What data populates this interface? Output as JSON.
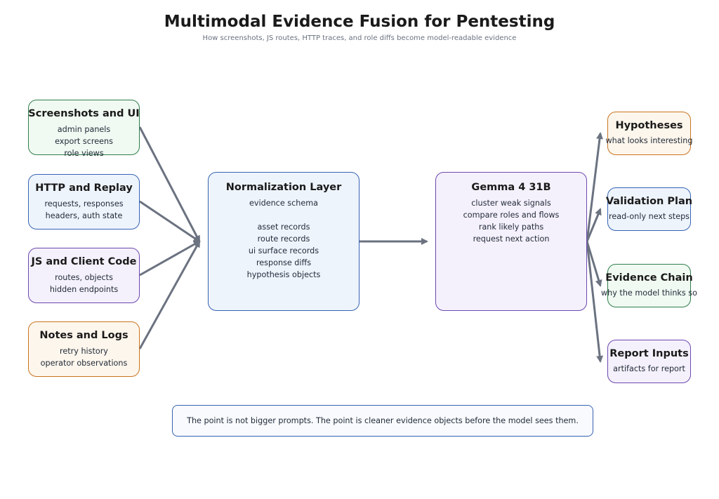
{
  "title": "Multimodal Evidence Fusion for Pentesting",
  "subtitle": "How screenshots, JS routes, HTTP traces, and role diffs become model-readable evidence",
  "inputs": [
    {
      "title": "Screenshots and UI",
      "lines": [
        "admin panels",
        "export screens",
        "role views"
      ]
    },
    {
      "title": "HTTP and Replay",
      "lines": [
        "requests, responses",
        "headers, auth state"
      ]
    },
    {
      "title": "JS and Client Code",
      "lines": [
        "routes, objects",
        "hidden endpoints"
      ]
    },
    {
      "title": "Notes and Logs",
      "lines": [
        "retry history",
        "operator observations"
      ]
    }
  ],
  "normalization": {
    "title": "Normalization Layer",
    "lines": [
      "evidence schema",
      "",
      "asset records",
      "route records",
      "ui surface records",
      "response diffs",
      "hypothesis objects"
    ]
  },
  "model": {
    "title": "Gemma 4 31B",
    "lines": [
      "cluster weak signals",
      "compare roles and flows",
      "rank likely paths",
      "request next action"
    ]
  },
  "outputs": [
    {
      "title": "Hypotheses",
      "lines": [
        "what looks interesting"
      ]
    },
    {
      "title": "Validation Plan",
      "lines": [
        "read-only next steps"
      ]
    },
    {
      "title": "Evidence Chain",
      "lines": [
        "why the model thinks so"
      ]
    },
    {
      "title": "Report Inputs",
      "lines": [
        "artifacts for report"
      ]
    }
  ],
  "footer_note": "The point is not bigger prompts. The point is cleaner evidence objects before the model sees them.",
  "colors": {
    "arrow": "#6b7280",
    "green_border": "#2e7d4a",
    "blue_border": "#3563b3",
    "purple_border": "#6b47b0",
    "orange_border": "#c8741f"
  }
}
